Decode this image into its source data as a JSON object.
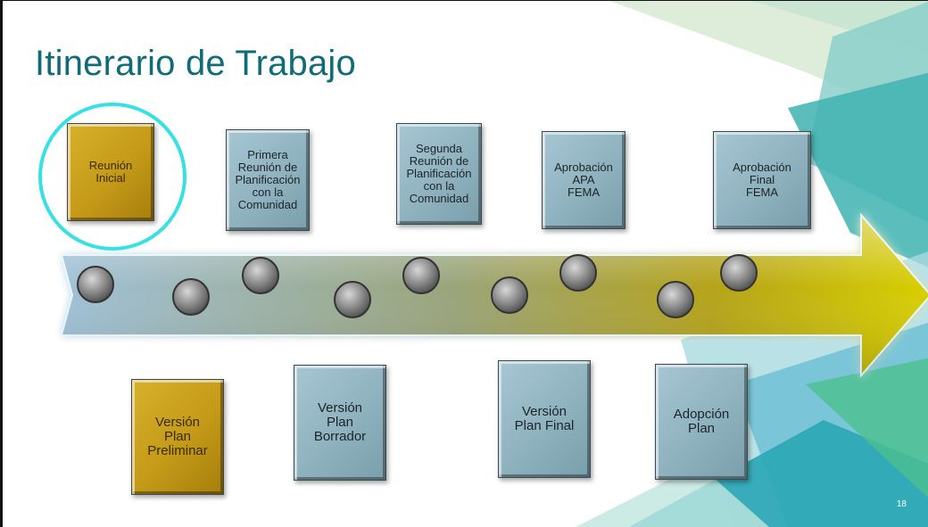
{
  "slide": {
    "title": "Itinerario de Trabajo",
    "page_number": "18"
  },
  "milestones_top": [
    {
      "label": "Reunión\nInicial",
      "highlighted": true,
      "color": "gold"
    },
    {
      "label": "Primera\nReunión de\nPlanificación\ncon la\nComunidad",
      "color": "blue"
    },
    {
      "label": "Segunda\nReunión de\nPlanificación\ncon la\nComunidad",
      "color": "blue"
    },
    {
      "label": "Aprobación\nAPA\nFEMA",
      "color": "blue"
    },
    {
      "label": "Aprobación\nFinal\nFEMA",
      "color": "blue"
    }
  ],
  "milestones_bottom": [
    {
      "label": "Versión\nPlan\nPreliminar",
      "color": "gold"
    },
    {
      "label": "Versión\nPlan\nBorrador",
      "color": "blue"
    },
    {
      "label": "Versión\nPlan Final",
      "color": "blue"
    },
    {
      "label": "Adopción\nPlan",
      "color": "blue"
    }
  ],
  "colors": {
    "title": "#0f6b78",
    "card_blue": "#8fb2bf",
    "card_gold": "#c49a18",
    "highlight_ring": "#35e0e6",
    "arrow_start": "#8fb3c9",
    "arrow_end": "#d9d000"
  },
  "timeline": {
    "node_count": 9,
    "node_icon": "circle-button-icon"
  }
}
